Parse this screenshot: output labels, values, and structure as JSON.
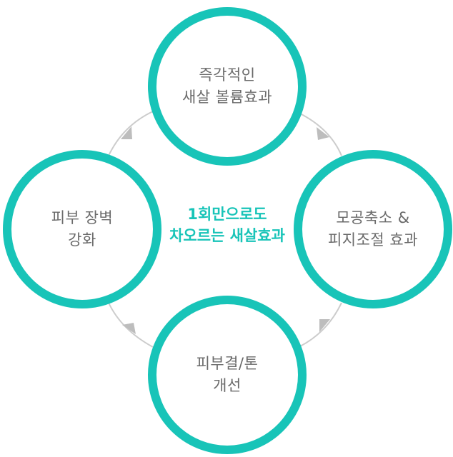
{
  "colors": {
    "accent": "#18c4b8",
    "connector": "#cccccc",
    "label": "#6a6a6a"
  },
  "center": {
    "line1": "1회만으로도",
    "line2": "차오르는 새살효과"
  },
  "nodes": {
    "top": {
      "line1": "즉각적인",
      "line2": "새살 볼륨효과"
    },
    "right": {
      "line1": "모공축소 &",
      "line2": "피지조절 효과"
    },
    "bottom": {
      "line1": "피부결/톤",
      "line2": "개선"
    },
    "left": {
      "line1": "피부 장벽",
      "line2": "강화"
    }
  }
}
